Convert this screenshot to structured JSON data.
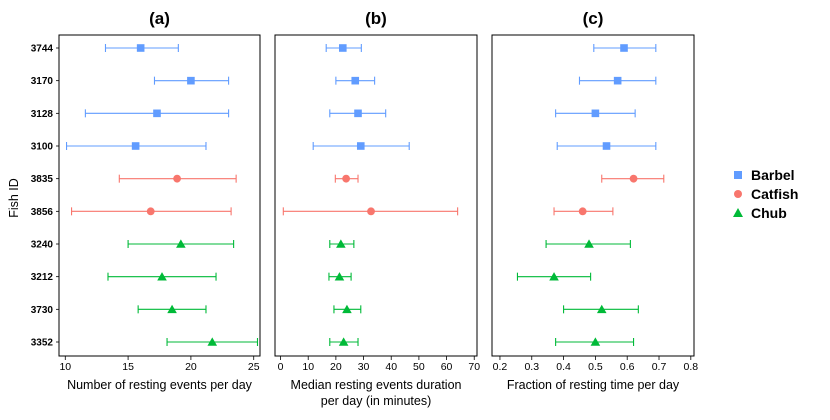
{
  "chart_data": {
    "type": "scatter",
    "ylabel": "Fish ID",
    "categories": [
      "3744",
      "3170",
      "3128",
      "3100",
      "3835",
      "3856",
      "3240",
      "3212",
      "3730",
      "3352"
    ],
    "groups": [
      "Barbel",
      "Barbel",
      "Barbel",
      "Barbel",
      "Catfish",
      "Catfish",
      "Chub",
      "Chub",
      "Chub",
      "Chub"
    ],
    "legend": {
      "position": "right",
      "entries": [
        {
          "name": "Barbel",
          "color": "#619CFF",
          "marker": "square"
        },
        {
          "name": "Catfish",
          "color": "#F8766D",
          "marker": "circle"
        },
        {
          "name": "Chub",
          "color": "#00BA38",
          "marker": "triangle"
        }
      ]
    },
    "panels": [
      {
        "title": "(a)",
        "xlabel": "Number of resting events per day",
        "xlabel2": "",
        "xlim": [
          9.5,
          25.5
        ],
        "xticks": [
          10,
          15,
          20,
          25
        ],
        "tick_labels": [
          "10",
          "15",
          "20",
          "25"
        ],
        "values": [
          16.0,
          20.0,
          17.3,
          15.6,
          18.9,
          16.8,
          19.2,
          17.7,
          18.5,
          21.7
        ],
        "lower": [
          13.2,
          17.1,
          11.6,
          10.1,
          14.3,
          10.5,
          15.0,
          13.4,
          15.8,
          18.1
        ],
        "upper": [
          19.0,
          23.0,
          23.0,
          21.2,
          23.6,
          23.2,
          23.4,
          22.0,
          21.2,
          25.3
        ]
      },
      {
        "title": "(b)",
        "xlabel": "Median resting events duration",
        "xlabel2": "per day (in minutes)",
        "xlim": [
          -2,
          71
        ],
        "xticks": [
          0,
          10,
          20,
          30,
          40,
          50,
          60,
          70
        ],
        "tick_labels": [
          "0",
          "10",
          "20",
          "30",
          "40",
          "50",
          "60",
          "70"
        ],
        "values": [
          22.5,
          27.0,
          28.0,
          29.0,
          23.7,
          32.7,
          21.8,
          21.3,
          24.0,
          22.8
        ],
        "lower": [
          16.5,
          20.0,
          17.8,
          11.8,
          19.8,
          1.0,
          17.8,
          17.5,
          19.3,
          17.8
        ],
        "upper": [
          29.2,
          34.0,
          38.0,
          46.5,
          28.0,
          64.0,
          26.5,
          25.5,
          29.0,
          28.0
        ]
      },
      {
        "title": "(c)",
        "xlabel": "Fraction of resting time per day",
        "xlabel2": "",
        "xlim": [
          0.175,
          0.81
        ],
        "xticks": [
          0.2,
          0.3,
          0.4,
          0.5,
          0.6,
          0.7,
          0.8
        ],
        "tick_labels": [
          "0.2",
          "0.3",
          "0.4",
          "0.5",
          "0.6",
          "0.7",
          "0.8"
        ],
        "values": [
          0.59,
          0.57,
          0.5,
          0.535,
          0.62,
          0.46,
          0.48,
          0.37,
          0.52,
          0.5
        ],
        "lower": [
          0.495,
          0.45,
          0.375,
          0.38,
          0.52,
          0.37,
          0.345,
          0.255,
          0.4,
          0.375
        ],
        "upper": [
          0.69,
          0.69,
          0.625,
          0.69,
          0.715,
          0.555,
          0.61,
          0.485,
          0.635,
          0.62
        ]
      }
    ]
  }
}
